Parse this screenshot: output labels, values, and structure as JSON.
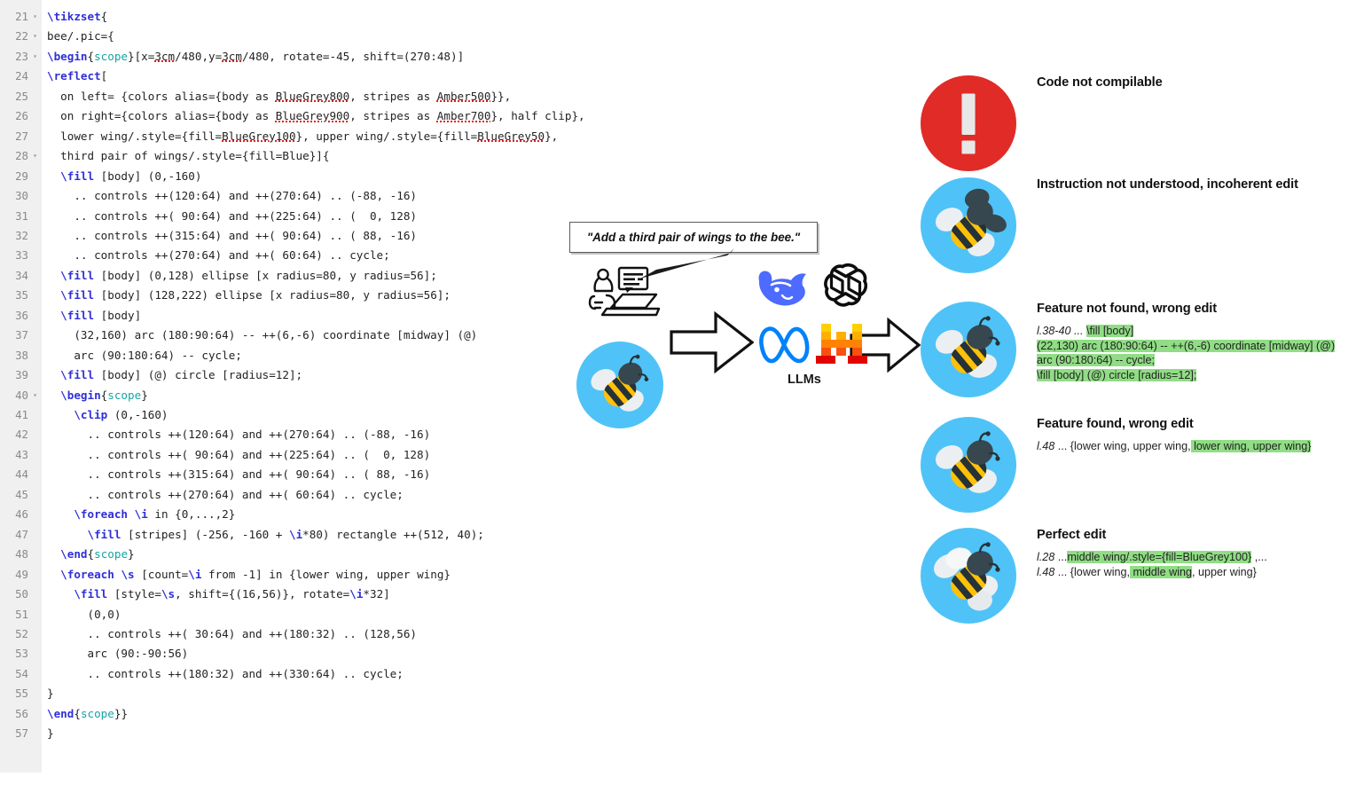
{
  "editor": {
    "first_line_number": 21,
    "fold_lines": [
      21,
      22,
      23,
      28,
      40
    ],
    "gutter_color": "#f0f0f0",
    "keyword_color": "#2f2fd8",
    "env_color": "#19a3a3",
    "spellcheck_color": "#e02020",
    "lines": [
      {
        "n": "21",
        "fold": true,
        "text": "\\tikzset{"
      },
      {
        "n": "22",
        "fold": true,
        "text": "bee/.pic={"
      },
      {
        "n": "23",
        "fold": true,
        "text": "\\begin{scope}[x=3cm/480,y=3cm/480, rotate=-45, shift=(270:48)]"
      },
      {
        "n": "24",
        "fold": false,
        "text": "\\reflect["
      },
      {
        "n": "25",
        "fold": false,
        "text": "  on left= {colors alias={body as BlueGrey800, stripes as Amber500}},"
      },
      {
        "n": "26",
        "fold": false,
        "text": "  on right={colors alias={body as BlueGrey900, stripes as Amber700}, half clip},"
      },
      {
        "n": "27",
        "fold": false,
        "text": "  lower wing/.style={fill=BlueGrey100}, upper wing/.style={fill=BlueGrey50},"
      },
      {
        "n": "28",
        "fold": true,
        "text": "  third pair of wings/.style={fill=Blue}]{"
      },
      {
        "n": "29",
        "fold": false,
        "text": "  \\fill [body] (0,-160)"
      },
      {
        "n": "30",
        "fold": false,
        "text": "    .. controls ++(120:64) and ++(270:64) .. (-88, -16)"
      },
      {
        "n": "31",
        "fold": false,
        "text": "    .. controls ++( 90:64) and ++(225:64) .. (  0, 128)"
      },
      {
        "n": "32",
        "fold": false,
        "text": "    .. controls ++(315:64) and ++( 90:64) .. ( 88, -16)"
      },
      {
        "n": "33",
        "fold": false,
        "text": "    .. controls ++(270:64) and ++( 60:64) .. cycle;"
      },
      {
        "n": "34",
        "fold": false,
        "text": "  \\fill [body] (0,128) ellipse [x radius=80, y radius=56];"
      },
      {
        "n": "35",
        "fold": false,
        "text": "  \\fill [body] (128,222) ellipse [x radius=80, y radius=56];"
      },
      {
        "n": "36",
        "fold": false,
        "text": "  \\fill [body]"
      },
      {
        "n": "37",
        "fold": false,
        "text": "    (32,160) arc (180:90:64) -- ++(6,-6) coordinate [midway] (@)"
      },
      {
        "n": "38",
        "fold": false,
        "text": "    arc (90:180:64) -- cycle;"
      },
      {
        "n": "39",
        "fold": false,
        "text": "  \\fill [body] (@) circle [radius=12];"
      },
      {
        "n": "40",
        "fold": true,
        "text": "  \\begin{scope}"
      },
      {
        "n": "41",
        "fold": false,
        "text": "    \\clip (0,-160)"
      },
      {
        "n": "42",
        "fold": false,
        "text": "      .. controls ++(120:64) and ++(270:64) .. (-88, -16)"
      },
      {
        "n": "43",
        "fold": false,
        "text": "      .. controls ++( 90:64) and ++(225:64) .. (  0, 128)"
      },
      {
        "n": "44",
        "fold": false,
        "text": "      .. controls ++(315:64) and ++( 90:64) .. ( 88, -16)"
      },
      {
        "n": "45",
        "fold": false,
        "text": "      .. controls ++(270:64) and ++( 60:64) .. cycle;"
      },
      {
        "n": "46",
        "fold": false,
        "text": "    \\foreach \\i in {0,...,2}"
      },
      {
        "n": "47",
        "fold": false,
        "text": "      \\fill [stripes] (-256, -160 + \\i*80) rectangle ++(512, 40);"
      },
      {
        "n": "48",
        "fold": false,
        "text": "  \\end{scope}"
      },
      {
        "n": "49",
        "fold": false,
        "text": "  \\foreach \\s [count=\\i from -1] in {lower wing, upper wing}"
      },
      {
        "n": "50",
        "fold": false,
        "text": "    \\fill [style=\\s, shift={(16,56)}, rotate=\\i*32]"
      },
      {
        "n": "51",
        "fold": false,
        "text": "      (0,0)"
      },
      {
        "n": "52",
        "fold": false,
        "text": "      .. controls ++( 30:64) and ++(180:32) .. (128,56)"
      },
      {
        "n": "53",
        "fold": false,
        "text": "      arc (90:-90:56)"
      },
      {
        "n": "54",
        "fold": false,
        "text": "      .. controls ++(180:32) and ++(330:64) .. cycle;"
      },
      {
        "n": "55",
        "fold": false,
        "text": "}"
      },
      {
        "n": "56",
        "fold": false,
        "text": "\\end{scope}}"
      },
      {
        "n": "57",
        "fold": false,
        "text": "}"
      }
    ]
  },
  "pipeline": {
    "prompt": "\"Add a third pair of wings to the bee.\"",
    "llms_label": "LLMs",
    "llm_logos": [
      "deepseek-logo",
      "openai-logo",
      "meta-logo",
      "mistral-logo"
    ],
    "user_icon_name": "user-at-laptop-icon",
    "input_bee_name": "bee-input-icon",
    "bee_circle_color": "#4fc3f7"
  },
  "results": [
    {
      "icon": "error-exclamation-icon",
      "icon_color": "#e02b27",
      "title": "Code not compilable",
      "detail": []
    },
    {
      "icon": "bee-incoherent-icon",
      "icon_color": "#4fc3f7",
      "title": "Instruction not understood, incoherent edit",
      "detail": []
    },
    {
      "icon": "bee-wrong-wings-icon",
      "icon_color": "#4fc3f7",
      "title": "Feature not found, wrong edit",
      "detail": [
        {
          "ref": "l.38-40 ...",
          "segments": [
            {
              "t": " ",
              "hl": false
            },
            {
              "t": "\\fill [body]",
              "hl": true
            }
          ]
        },
        {
          "ref": "",
          "segments": [
            {
              "t": "  (22,130) arc (180:90:64) -- ++(6,-6) coordinate [midway] (@)",
              "hl": true
            }
          ]
        },
        {
          "ref": "",
          "segments": [
            {
              "t": "  arc (90:180:64) -- cycle;",
              "hl": true
            }
          ]
        },
        {
          "ref": "",
          "segments": [
            {
              "t": "\\fill [body] (@) circle [radius=12];",
              "hl": true
            }
          ]
        }
      ]
    },
    {
      "icon": "bee-found-wrong-icon",
      "icon_color": "#4fc3f7",
      "title": "Feature found, wrong edit",
      "detail": [
        {
          "ref": "l.48",
          "segments": [
            {
              "t": " ... {lower wing, upper wing,",
              "hl": false
            },
            {
              "t": " lower wing, upper wing}",
              "hl": true
            }
          ]
        }
      ]
    },
    {
      "icon": "bee-perfect-icon",
      "icon_color": "#4fc3f7",
      "title": "Perfect edit",
      "detail": [
        {
          "ref": "l.28",
          "segments": [
            {
              "t": " ...",
              "hl": false
            },
            {
              "t": "middle wing/.style={fill=BlueGrey100}",
              "hl": true
            },
            {
              "t": " ,...",
              "hl": false
            }
          ]
        },
        {
          "ref": "l.48",
          "segments": [
            {
              "t": " ... {lower wing,",
              "hl": false
            },
            {
              "t": " middle wing",
              "hl": true
            },
            {
              "t": ", upper wing}",
              "hl": false
            }
          ]
        }
      ]
    }
  ]
}
